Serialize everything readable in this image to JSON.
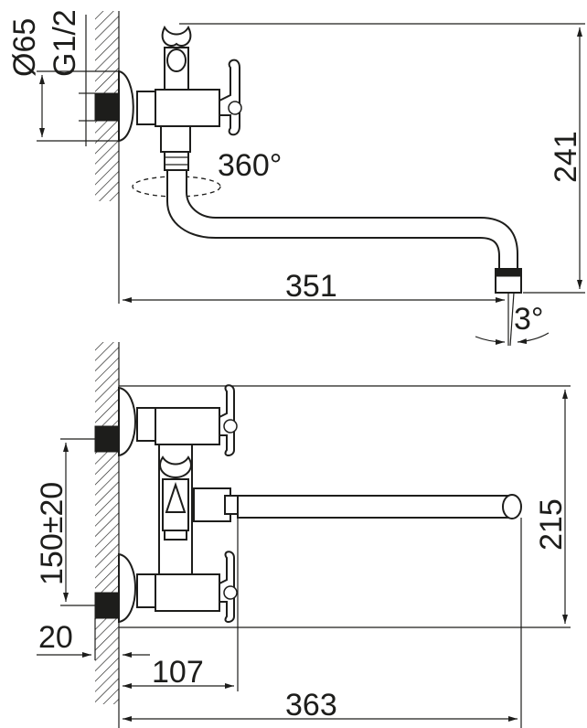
{
  "side_view": {
    "dia_label": "Ø65",
    "thread_label": "G1/2",
    "rotation_label": "360°",
    "height_label": "241",
    "length_label": "351",
    "tilt_label": "3°"
  },
  "front_view": {
    "centers_label": "150±20",
    "wall_offset_label": "20",
    "body_label": "107",
    "height_label": "215",
    "length_label": "363"
  },
  "colors": {
    "line": "#1d1d1b",
    "background": "#ffffff"
  }
}
